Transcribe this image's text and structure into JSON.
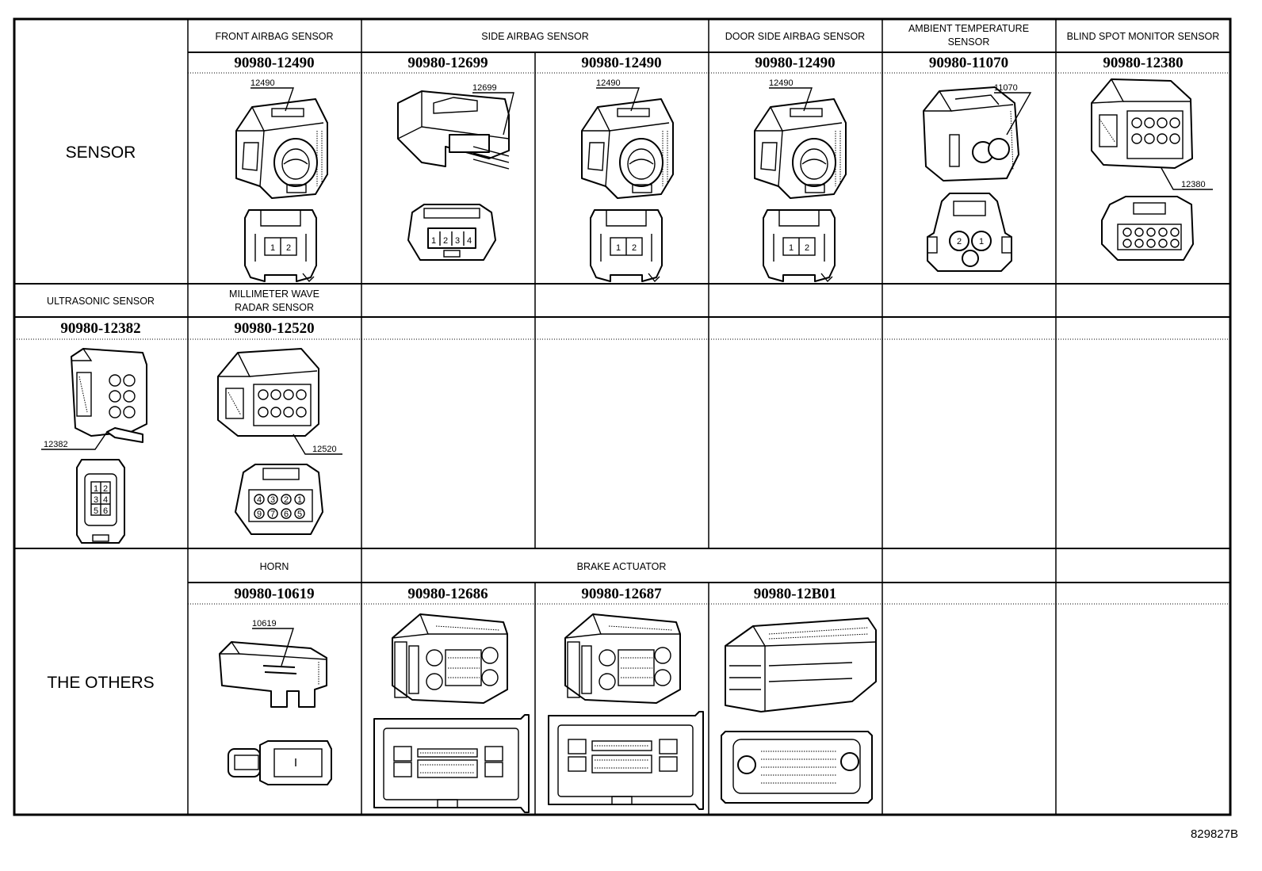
{
  "rows": {
    "sensor": "SENSOR",
    "others": "THE OTHERS"
  },
  "columns_row1": [
    {
      "title": "FRONT AIRBAG SENSOR"
    },
    {
      "title": "SIDE AIRBAG SENSOR"
    },
    {
      "title": "DOOR SIDE AIRBAG SENSOR"
    },
    {
      "title_l1": "AMBIENT TEMPERATURE",
      "title_l2": "SENSOR"
    },
    {
      "title": "BLIND SPOT MONITOR SENSOR"
    }
  ],
  "parts_row1": [
    "90980-12490",
    "90980-12699",
    "90980-12490",
    "90980-12490",
    "90980-11070",
    "90980-12380"
  ],
  "callouts_row1": [
    "12490",
    "12699",
    "12490",
    "12490",
    "11070",
    "12380"
  ],
  "columns_row2": [
    {
      "title": "ULTRASONIC SENSOR"
    },
    {
      "title_l1": "MILLIMETER WAVE",
      "title_l2": "RADAR SENSOR"
    }
  ],
  "parts_row2": [
    "90980-12382",
    "90980-12520"
  ],
  "callouts_row2": [
    "12382",
    "12520"
  ],
  "columns_row3": [
    {
      "title": "HORN"
    },
    {
      "title": "BRAKE ACTUATOR"
    }
  ],
  "parts_row3": [
    "90980-10619",
    "90980-12686",
    "90980-12687",
    "90980-12B01"
  ],
  "callouts_row3": [
    "10619"
  ],
  "pins": {
    "two": [
      "1",
      "2"
    ],
    "four": [
      "1",
      "2",
      "3",
      "4"
    ],
    "amb": [
      "2",
      "1"
    ],
    "ultra": [
      "1",
      "2",
      "3",
      "4",
      "5",
      "6"
    ],
    "radar_top": [
      "4",
      "3",
      "2",
      "1"
    ],
    "radar_bot": [
      "9",
      "7",
      "6",
      "5"
    ]
  },
  "figure_id": "829827B"
}
